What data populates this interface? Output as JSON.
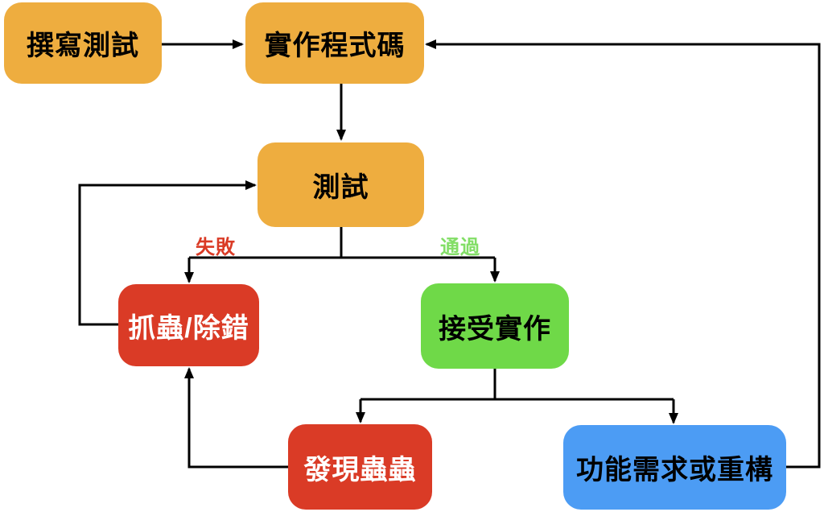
{
  "canvas": {
    "background": "#FFFFFF",
    "arrow_color": "#000000"
  },
  "nodes": {
    "write_tests": {
      "label": "撰寫測試",
      "fill": "#EEAD3F",
      "text_color": "#000000"
    },
    "implement_code": {
      "label": "實作程式碼",
      "fill": "#EEAD3F",
      "text_color": "#000000"
    },
    "test": {
      "label": "測試",
      "fill": "#EEAD3F",
      "text_color": "#000000"
    },
    "debug": {
      "label": "抓蟲/除錯",
      "fill": "#DA3B26",
      "text_color": "#FFFFFF"
    },
    "accept": {
      "label": "接受實作",
      "fill": "#6FD948",
      "text_color": "#000000"
    },
    "found_bugs": {
      "label": "發現蟲蟲",
      "fill": "#DA3B26",
      "text_color": "#FFFFFF"
    },
    "feature_refactor": {
      "label": "功能需求或重構",
      "fill": "#4C9CF4",
      "text_color": "#000000"
    }
  },
  "edge_labels": {
    "fail": {
      "label": "失敗",
      "color": "#DA3B26"
    },
    "pass": {
      "label": "通過",
      "color": "#82DE66"
    }
  }
}
